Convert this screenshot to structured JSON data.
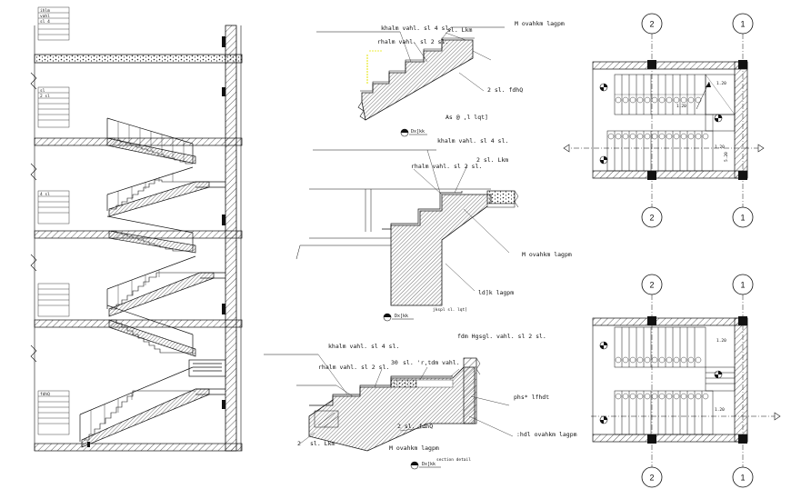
{
  "colors": {
    "ink": "#111111",
    "paper": "#ffffff",
    "hatch": "#333333",
    "highlight": "#ffff00"
  },
  "grid_bubbles": {
    "axis_a": "2",
    "axis_b": "1"
  },
  "detail_1": {
    "top_note": "M ovahkm lagpm",
    "riser_note": "khalm vahl. sl 4 sl.",
    "tread_note": "rhalm vahl. sl 2 sl.",
    "nosing_note": "sl. Lkm",
    "bottom_note": "2 sl. fdhQ",
    "scale_note": "As @ ,l lqt]",
    "title": "Dx[kk"
  },
  "detail_2": {
    "top_note": "khalm vahl. sl 4 sl.",
    "mid_note": "rhalm vahl. sl 2 sl.",
    "nosing_note": "2 sl. Lkm",
    "right_note": "M ovahkm lagpm",
    "beam_note": "ld]k lagpm",
    "small_note": "jkspl sl. lqt]",
    "title": "Dx[kk"
  },
  "detail_3": {
    "top_note": "fdm Hgsgl. vahl. sl 2 sl.",
    "riser_note": "khalm vahl. sl 4 sl.",
    "tread_note": "rhalm vahl. sl 2 sl.",
    "num_30": "30",
    "edge_note": "sl. 'r,tdm vahl.",
    "right_note": "phs* lfhdt",
    "right_note2": ":hdl ovahkm lagpm",
    "bottom_note": "2 sl. fdhQ",
    "left_num": "2",
    "lkm_note": "sl. Lkm",
    "bot_note": "M ovahkm lagpm",
    "title": "Dx[kk",
    "subtitle": "section detail"
  },
  "plan_upper": {
    "dim_1": "1.20",
    "dim_2": "1.20",
    "dim_side": "5.20",
    "dim_small": "1.20"
  },
  "plan_lower": {
    "dim_1": "1.20",
    "dim_2": "1.20"
  },
  "section_notes": {
    "rows": [
      "ihlm",
      "vahl",
      "sl 4",
      "sl",
      "2 sl",
      "4 sl",
      "fdhQ"
    ]
  }
}
